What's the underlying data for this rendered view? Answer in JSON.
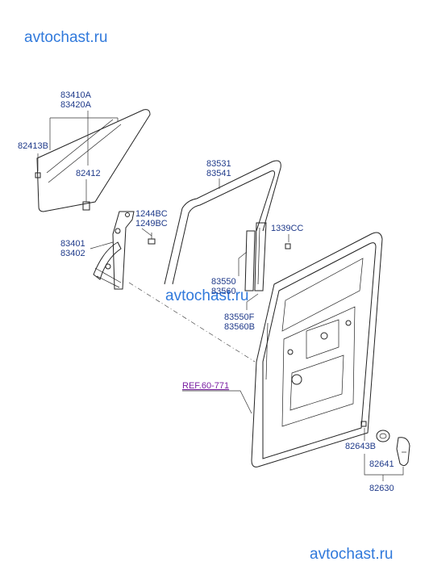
{
  "watermarks": {
    "top": "avtochast.ru",
    "middle": "avtochast.ru",
    "bottom": "avtochast.ru"
  },
  "labels": {
    "glass": "83410A",
    "glass_alt": "83420A",
    "clip_left": "82413B",
    "clip_right": "82412",
    "regulator": "83401",
    "regulator_alt": "83402",
    "bolt": "1244BC",
    "bolt_alt": "1249BC",
    "run_channel": "83531",
    "run_channel_alt": "83541",
    "nut": "1339CC",
    "channel_upper": "83550",
    "channel_upper_alt": "83560",
    "channel_lower": "83550F",
    "channel_lower_alt": "83560B",
    "ref": "REF.60-771",
    "handle_clip": "82643B",
    "handle": "82641",
    "handle_assy": "82630"
  }
}
